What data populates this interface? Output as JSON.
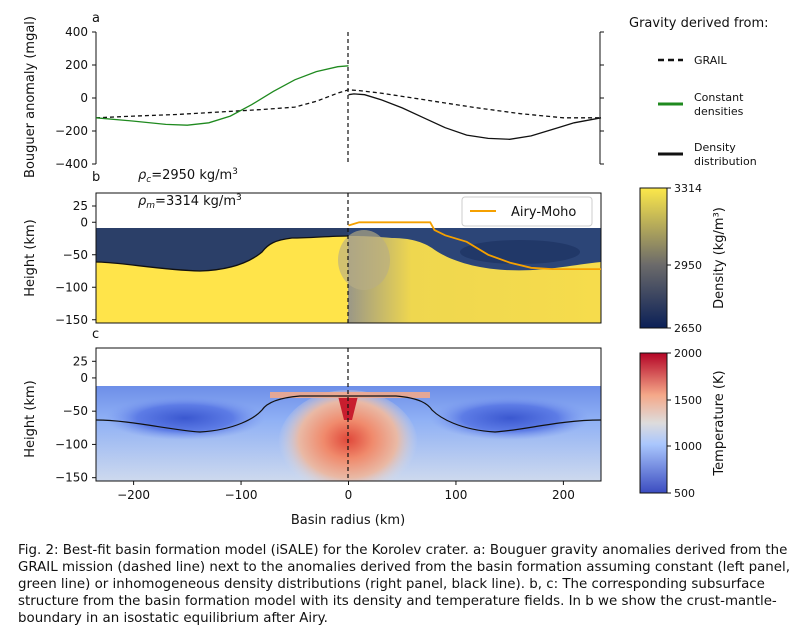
{
  "panel_labels": {
    "a": "a",
    "b": "b",
    "c": "c"
  },
  "legend": {
    "title": "Gravity derived from:",
    "items": [
      {
        "label_lines": [
          "GRAIL"
        ],
        "style": "dashed",
        "color": "#111111"
      },
      {
        "label_lines": [
          "Constant",
          "densities"
        ],
        "style": "solid",
        "color": "#1f8a1f"
      },
      {
        "label_lines": [
          "Density",
          "distribution"
        ],
        "style": "solid",
        "color": "#111111"
      }
    ]
  },
  "density_params": {
    "rho_c": {
      "symbol": "ρ",
      "sub": "c",
      "value": "=2950 kg/m",
      "sup": "3"
    },
    "rho_m": {
      "symbol": "ρ",
      "sub": "m",
      "value": "=3314 kg/m",
      "sup": "3"
    }
  },
  "airy_legend": "Airy-Moho",
  "colorbars": {
    "density": {
      "label": "Density (kg/m³)",
      "ticks": [
        "3314",
        "2950",
        "2650"
      ]
    },
    "temperature": {
      "label": "Temperature (K)",
      "ticks": [
        "2000",
        "1500",
        "1000",
        "500"
      ]
    }
  },
  "chart_data": [
    {
      "type": "line",
      "panel": "a",
      "ylabel": "Bouguer anomaly (mgal)",
      "xlim": [
        -235,
        235
      ],
      "ylim": [
        -400,
        400
      ],
      "yticks": [
        "400",
        "200",
        "0",
        "−200",
        "−400"
      ],
      "series": [
        {
          "name": "GRAIL",
          "style": "dashed",
          "x": [
            -235,
            -200,
            -160,
            -120,
            -80,
            -50,
            -30,
            -10,
            0,
            10,
            30,
            60,
            90,
            120,
            160,
            200,
            235
          ],
          "y": [
            -120,
            -110,
            -100,
            -85,
            -70,
            -55,
            -20,
            30,
            50,
            45,
            30,
            0,
            -30,
            -60,
            -95,
            -120,
            -120
          ]
        },
        {
          "name": "Constant densities",
          "style": "solid",
          "x": [
            -235,
            -200,
            -170,
            -150,
            -130,
            -110,
            -90,
            -70,
            -50,
            -30,
            -10,
            0
          ],
          "y": [
            -120,
            -140,
            -160,
            -165,
            -150,
            -110,
            -40,
            40,
            110,
            160,
            190,
            195
          ]
        },
        {
          "name": "Density distribution",
          "style": "solid",
          "x": [
            0,
            5,
            15,
            30,
            50,
            70,
            90,
            110,
            130,
            150,
            170,
            190,
            210,
            235
          ],
          "y": [
            20,
            25,
            20,
            -10,
            -60,
            -120,
            -180,
            -225,
            -245,
            -250,
            -230,
            -190,
            -150,
            -120
          ]
        }
      ]
    },
    {
      "type": "heatmap",
      "panel": "b",
      "ylabel": "Height (km)",
      "xlim": [
        -235,
        235
      ],
      "ylim": [
        -155,
        45
      ],
      "yticks": [
        "25",
        "0",
        "−50",
        "−100",
        "−150"
      ],
      "field": "Density",
      "range": [
        2650,
        3314
      ],
      "series": [
        {
          "name": "Airy-Moho",
          "x": [
            0,
            10,
            20,
            30,
            40,
            50,
            60,
            70,
            76,
            80,
            90,
            110,
            130,
            150,
            170,
            190,
            210,
            235
          ],
          "y": [
            -5,
            0,
            0,
            0,
            0,
            0,
            0,
            0,
            0,
            -12,
            -20,
            -30,
            -50,
            -62,
            -70,
            -72,
            -72,
            -72
          ]
        }
      ]
    },
    {
      "type": "heatmap",
      "panel": "c",
      "xlabel": "Basin radius (km)",
      "ylabel": "Height (km)",
      "xlim": [
        -235,
        235
      ],
      "ylim": [
        -155,
        45
      ],
      "yticks": [
        "25",
        "0",
        "−50",
        "−100",
        "−150"
      ],
      "xticks": [
        "−200",
        "−100",
        "0",
        "100",
        "200"
      ],
      "field": "Temperature",
      "range": [
        500,
        2000
      ]
    }
  ],
  "caption": "Fig. 2: Best-fit basin formation model (iSALE) for the Korolev crater. a: Bouguer gravity anomalies derived from the GRAIL mission (dashed line) next to the anomalies derived from the basin formation assuming constant (left panel, green line) or inhomogeneous density distributions (right panel, black line). b, c: The corresponding subsurface structure from the basin formation model with its density and temperature fields. In b we show the crust-mantle-boundary in an isostatic equilibrium after Airy."
}
